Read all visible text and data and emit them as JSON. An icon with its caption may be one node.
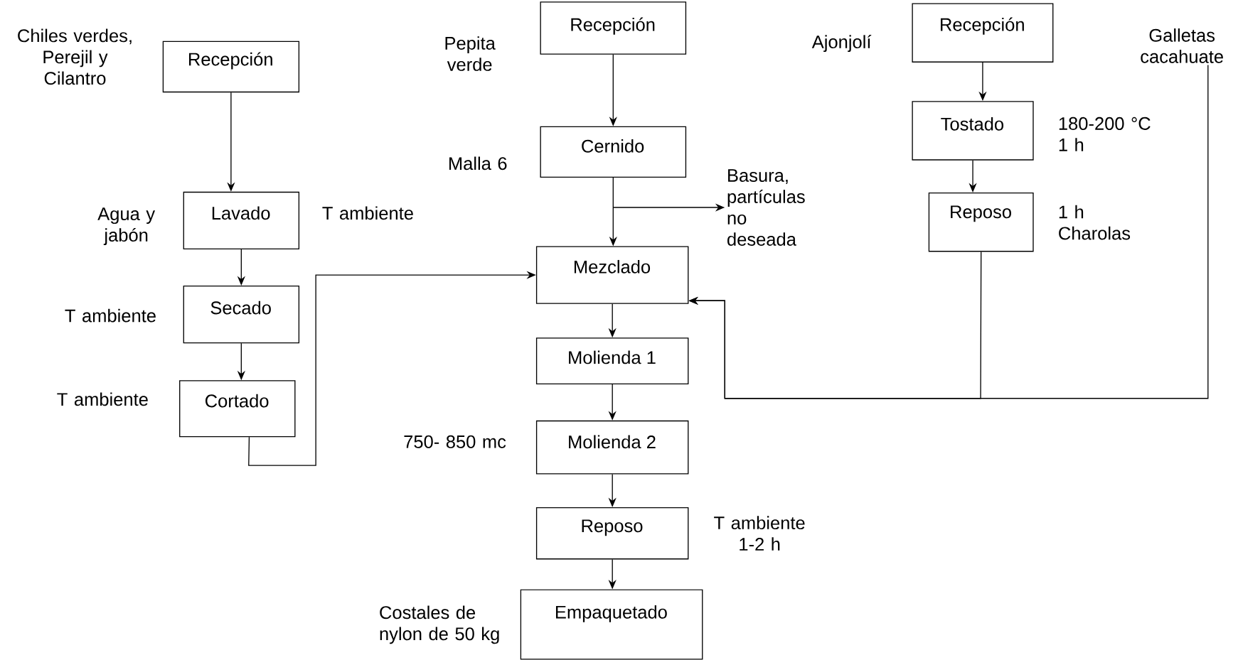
{
  "diagram": {
    "nodes": [
      {
        "text": [
          "Recepción"
        ],
        "beside": [
          "Chiles verdes, Perejil y Cilantro"
        ]
      },
      {
        "text": [
          "Lavado"
        ],
        "beside": [
          "Agua y jabón",
          "T ambiente"
        ]
      },
      {
        "text": [
          "Secado"
        ],
        "beside": [
          "T ambiente"
        ]
      },
      {
        "text": [
          "Cortado"
        ],
        "beside": [
          "T ambiente"
        ]
      },
      {
        "text": [
          "Recepción"
        ],
        "beside": [
          "Pepita verde"
        ]
      },
      {
        "text": [
          "Cernido"
        ],
        "beside": [
          "Malla 6"
        ]
      },
      {
        "text": [
          "Mezclado"
        ]
      },
      {
        "text": [
          "Molienda 1"
        ]
      },
      {
        "text": [
          "Molienda 2"
        ],
        "beside": [
          "750- 850 mc"
        ]
      },
      {
        "text": [
          "Reposo"
        ],
        "beside": [
          "T ambiente 1-2 h"
        ]
      },
      {
        "text": [
          "Empaquetado"
        ],
        "beside": [
          "Costales de nylon de 50 kg"
        ]
      },
      {
        "text": [
          "Recepción"
        ],
        "beside": [
          "Ajonjolí"
        ]
      },
      {
        "text": [
          "Tostado"
        ],
        "beside": [
          "180-200 °C 1 h"
        ]
      },
      {
        "text": [
          "Reposo"
        ],
        "beside": [
          "1 h Charolas"
        ]
      },
      {
        "text": [
          "Basura, partículas no deseada"
        ]
      },
      {
        "text": [
          "Galletas cacahuate"
        ]
      }
    ],
    "edges": [
      {
        "from": 0,
        "to": 1,
        "arrow": "to"
      },
      {
        "from": 1,
        "to": 2,
        "arrow": "to"
      },
      {
        "from": 2,
        "to": 3,
        "arrow": "to"
      },
      {
        "from": 3,
        "to": 6,
        "arrow": "to"
      },
      {
        "from": 4,
        "to": 5,
        "arrow": "to"
      },
      {
        "from": 5,
        "to": 6,
        "arrow": "to"
      },
      {
        "from": 5,
        "to": 14,
        "arrow": "to"
      },
      {
        "from": 6,
        "to": 7,
        "arrow": "to"
      },
      {
        "from": 7,
        "to": 8,
        "arrow": "to"
      },
      {
        "from": 8,
        "to": 9,
        "arrow": "to"
      },
      {
        "from": 9,
        "to": 10,
        "arrow": "to"
      },
      {
        "from": 11,
        "to": 12,
        "arrow": "to"
      },
      {
        "from": 12,
        "to": 13,
        "arrow": "to"
      },
      {
        "from": 13,
        "to": 6,
        "arrow": "to"
      },
      {
        "from": 15,
        "to": 6,
        "arrow": "to"
      }
    ]
  }
}
